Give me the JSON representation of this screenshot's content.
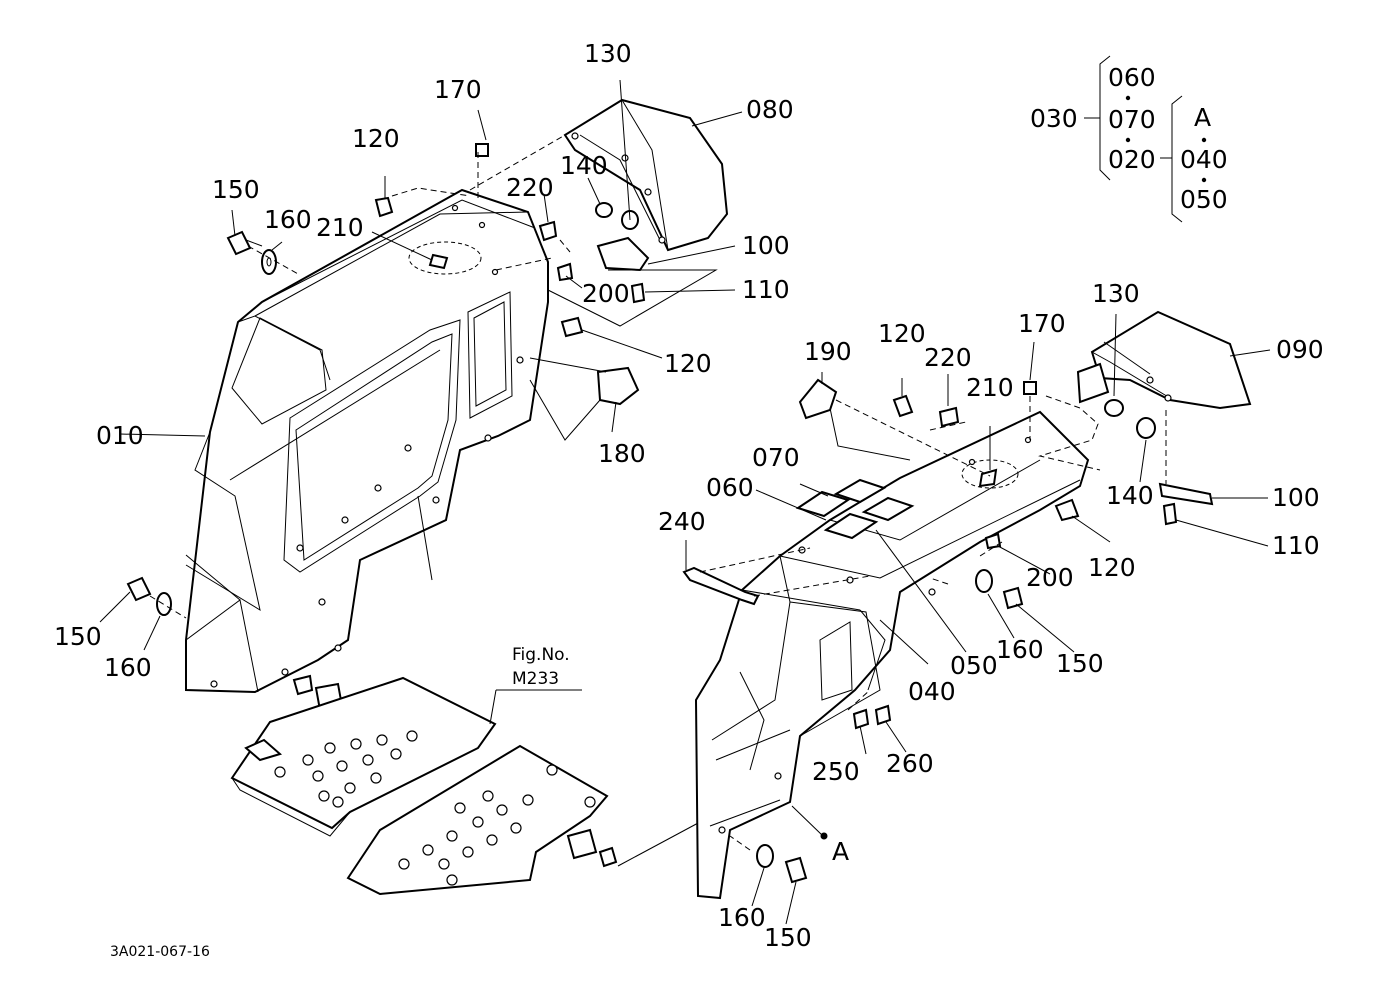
{
  "labels": {
    "p010": "010",
    "p080": "080",
    "p090": "090",
    "p100a": "100",
    "p100b": "100",
    "p110a": "110",
    "p110b": "110",
    "p120a": "120",
    "p120b": "120",
    "p120c": "120",
    "p120d": "120",
    "p130a": "130",
    "p130b": "130",
    "p140a": "140",
    "p140b": "140",
    "p150a": "150",
    "p150b": "150",
    "p150c": "150",
    "p150d": "150",
    "p160a": "160",
    "p160b": "160",
    "p160c": "160",
    "p160d": "160",
    "p170a": "170",
    "p170b": "170",
    "p180": "180",
    "p190": "190",
    "p200a": "200",
    "p200b": "200",
    "p210a": "210",
    "p210b": "210",
    "p220a": "220",
    "p220b": "220",
    "p240": "240",
    "p250": "250",
    "p260": "260",
    "p060": "060",
    "p070": "070",
    "p040": "040",
    "p050": "050",
    "pointA": "A"
  },
  "assembly_key": {
    "parent": "030",
    "group1": [
      "060",
      "070",
      "020"
    ],
    "sub_parent": "020",
    "sub_label": "A",
    "group2": [
      "040",
      "050"
    ]
  },
  "fig_ref": {
    "line1": "Fig.No.",
    "line2": "M233"
  },
  "drawing_code": "3A021-067-16"
}
